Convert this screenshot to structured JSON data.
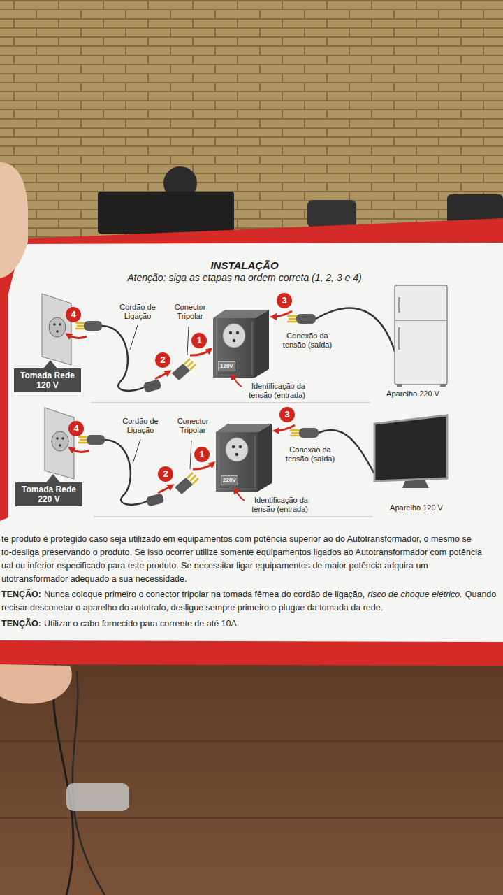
{
  "diagram": {
    "title": "INSTALAÇÃO",
    "nodes": [
      {
        "text": [
          "4"
        ]
      },
      {
        "text": [
          "3"
        ]
      },
      {
        "text": [
          "1"
        ]
      },
      {
        "text": [
          "2"
        ]
      },
      {
        "text": [
          "Tomada Rede 120 V"
        ]
      },
      {
        "text": [
          "120V"
        ]
      },
      {
        "text": [
          "4"
        ]
      },
      {
        "text": [
          "3"
        ]
      },
      {
        "text": [
          "1"
        ]
      },
      {
        "text": [
          "2"
        ]
      },
      {
        "text": [
          "Tomada Rede 220 V"
        ]
      },
      {
        "text": [
          "220V"
        ]
      }
    ],
    "labels": [
      "Atenção: siga as etapas na ordem correta (1, 2, 3 e 4)",
      "Cordão de Ligação",
      "Conector Tripolar",
      "Conexão da tensão (saída)",
      "Identificação da tensão (entrada)",
      "Aparelho 220 V",
      "Cordão de Ligação",
      "Conector Tripolar",
      "Conexão da tensão (saída)",
      "Identificação da tensão (entrada)",
      "Aparelho 120 V",
      "te produto é protegido caso seja utilizado em equipamentos com potência superior ao do Autotransformador, o mesmo se",
      "to-desliga preservando o produto. Se isso ocorrer utilize somente equipamentos ligados ao Autotransformador com potência",
      "ual ou inferior especificado para este produto. Se necessitar ligar equipamentos de maior potência adquira um",
      "utotransformador adequado a sua necessidade.",
      "TENÇÃO:",
      "Nunca coloque primeiro o conector tripolar na tomada fêmea do cordão de ligação,",
      "risco de choque elétrico.",
      "Quando",
      "recisar desconetar o aparelho do autotrafo, desligue sempre primeiro o plugue da tomada da rede.",
      "TENÇÃO:",
      "Utilizar o cabo fornecido para corrente de até 10A."
    ]
  }
}
